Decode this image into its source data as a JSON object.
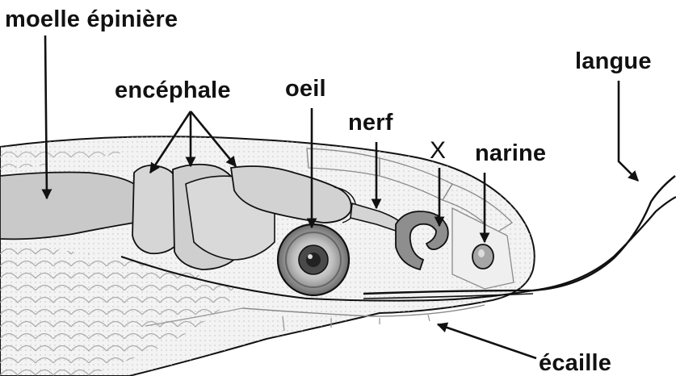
{
  "labels": {
    "moelle": "moelle épinière",
    "encephale": "encéphale",
    "oeil": "oeil",
    "nerf": "nerf",
    "x": "X",
    "narine": "narine",
    "langue": "langue",
    "ecaille": "écaille"
  },
  "colors": {
    "line": "#111111",
    "brain": "#d2d2d2",
    "spinal_cord": "#c8c8c8",
    "jacobson_organ": "#8e8e8e",
    "skin": "#f1f1f1",
    "scale_outline": "#9a9a9a"
  }
}
